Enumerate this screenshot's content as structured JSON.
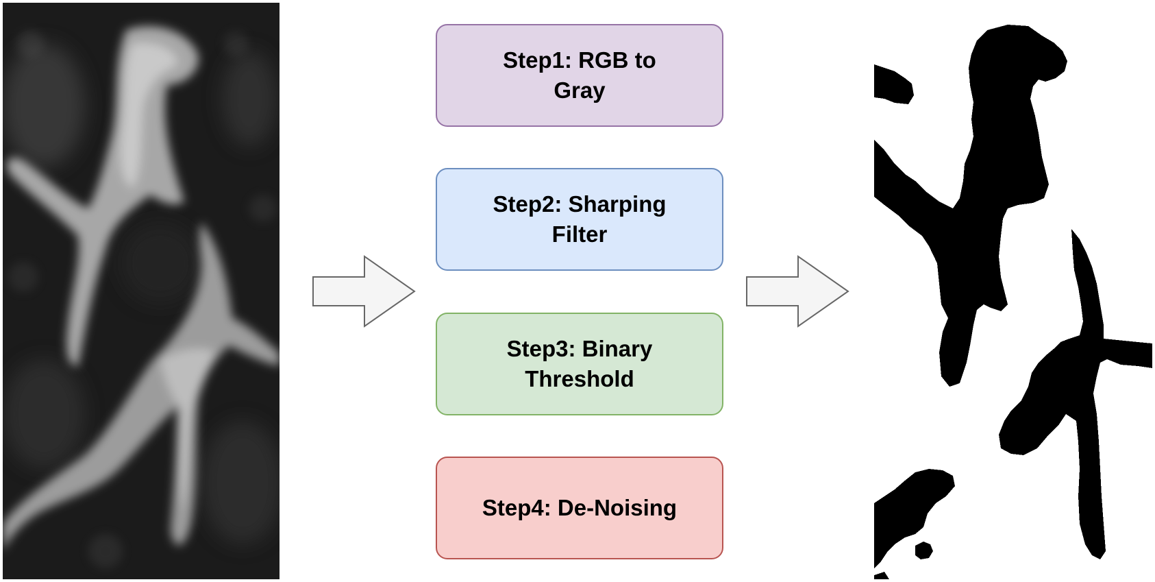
{
  "steps": [
    {
      "label": "Step1: RGB to Gray"
    },
    {
      "label": "Step2: Sharping Filter"
    },
    {
      "label": "Step3: Binary Threshold"
    },
    {
      "label": "Step4: De-Noising"
    }
  ],
  "colors": {
    "step1_fill": "#e1d5e7",
    "step1_border": "#9673a6",
    "step2_fill": "#dae8fc",
    "step2_border": "#6c8ebf",
    "step3_fill": "#d5e8d4",
    "step3_border": "#82b366",
    "step4_fill": "#f8cecc",
    "step4_border": "#b85450",
    "arrow_fill": "#f5f5f5",
    "arrow_stroke": "#666666"
  },
  "images": {
    "input": "grayscale-microscopy-input-image",
    "output": "binary-mask-output-image"
  },
  "icons": [
    "right-arrow-icon",
    "right-arrow-icon"
  ]
}
